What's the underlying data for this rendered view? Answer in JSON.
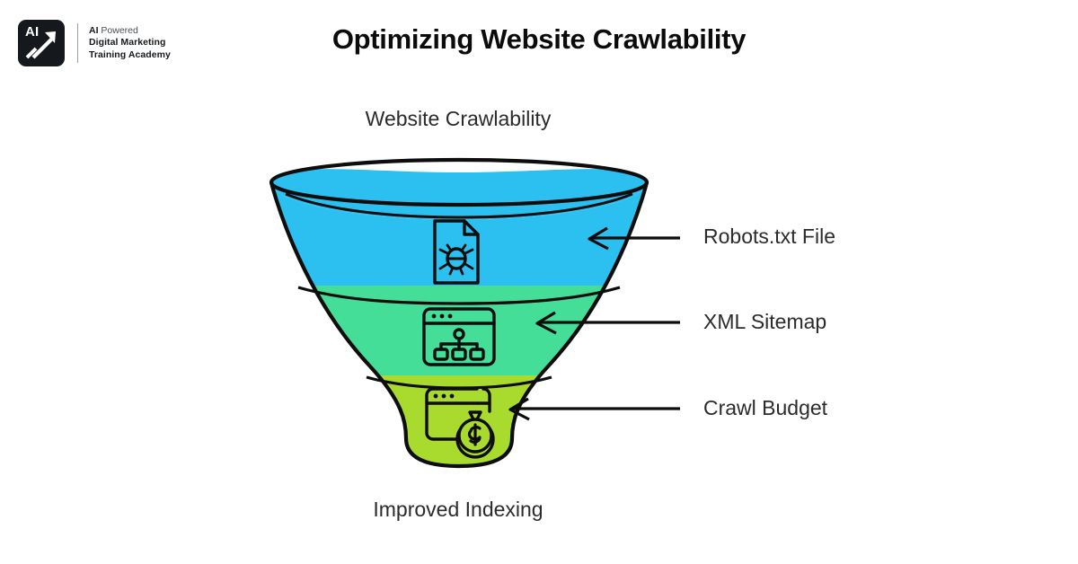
{
  "logo": {
    "mark_text": "AI",
    "mark_icon": "upward-arrow-icon",
    "wordmark_line1_strong": "AI",
    "wordmark_line1_light": "Powered",
    "wordmark_line2": "Digital Marketing",
    "wordmark_line3": "Training Academy"
  },
  "header": {
    "title": "Optimizing Website Crawlability"
  },
  "funnel": {
    "top_label": "Website Crawlability",
    "bottom_label": "Improved Indexing",
    "sections": [
      {
        "id": "robots-txt",
        "label": "Robots.txt File",
        "color": "#2BC0F0",
        "icon": "document-bug-icon"
      },
      {
        "id": "xml-sitemap",
        "label": "XML Sitemap",
        "color": "#45DE98",
        "icon": "browser-sitemap-icon"
      },
      {
        "id": "crawl-budget",
        "label": "Crawl Budget",
        "color": "#A9DB2F",
        "icon": "browser-money-bag-icon"
      }
    ]
  },
  "colors": {
    "background": "#FFFFFF",
    "outline": "#0d0d0d",
    "text": "#2b2b2b",
    "title": "#0b0b0b",
    "logo_bg": "#15181c",
    "section_blue": "#2BC0F0",
    "section_green": "#45DE98",
    "section_lime": "#A9DB2F"
  }
}
